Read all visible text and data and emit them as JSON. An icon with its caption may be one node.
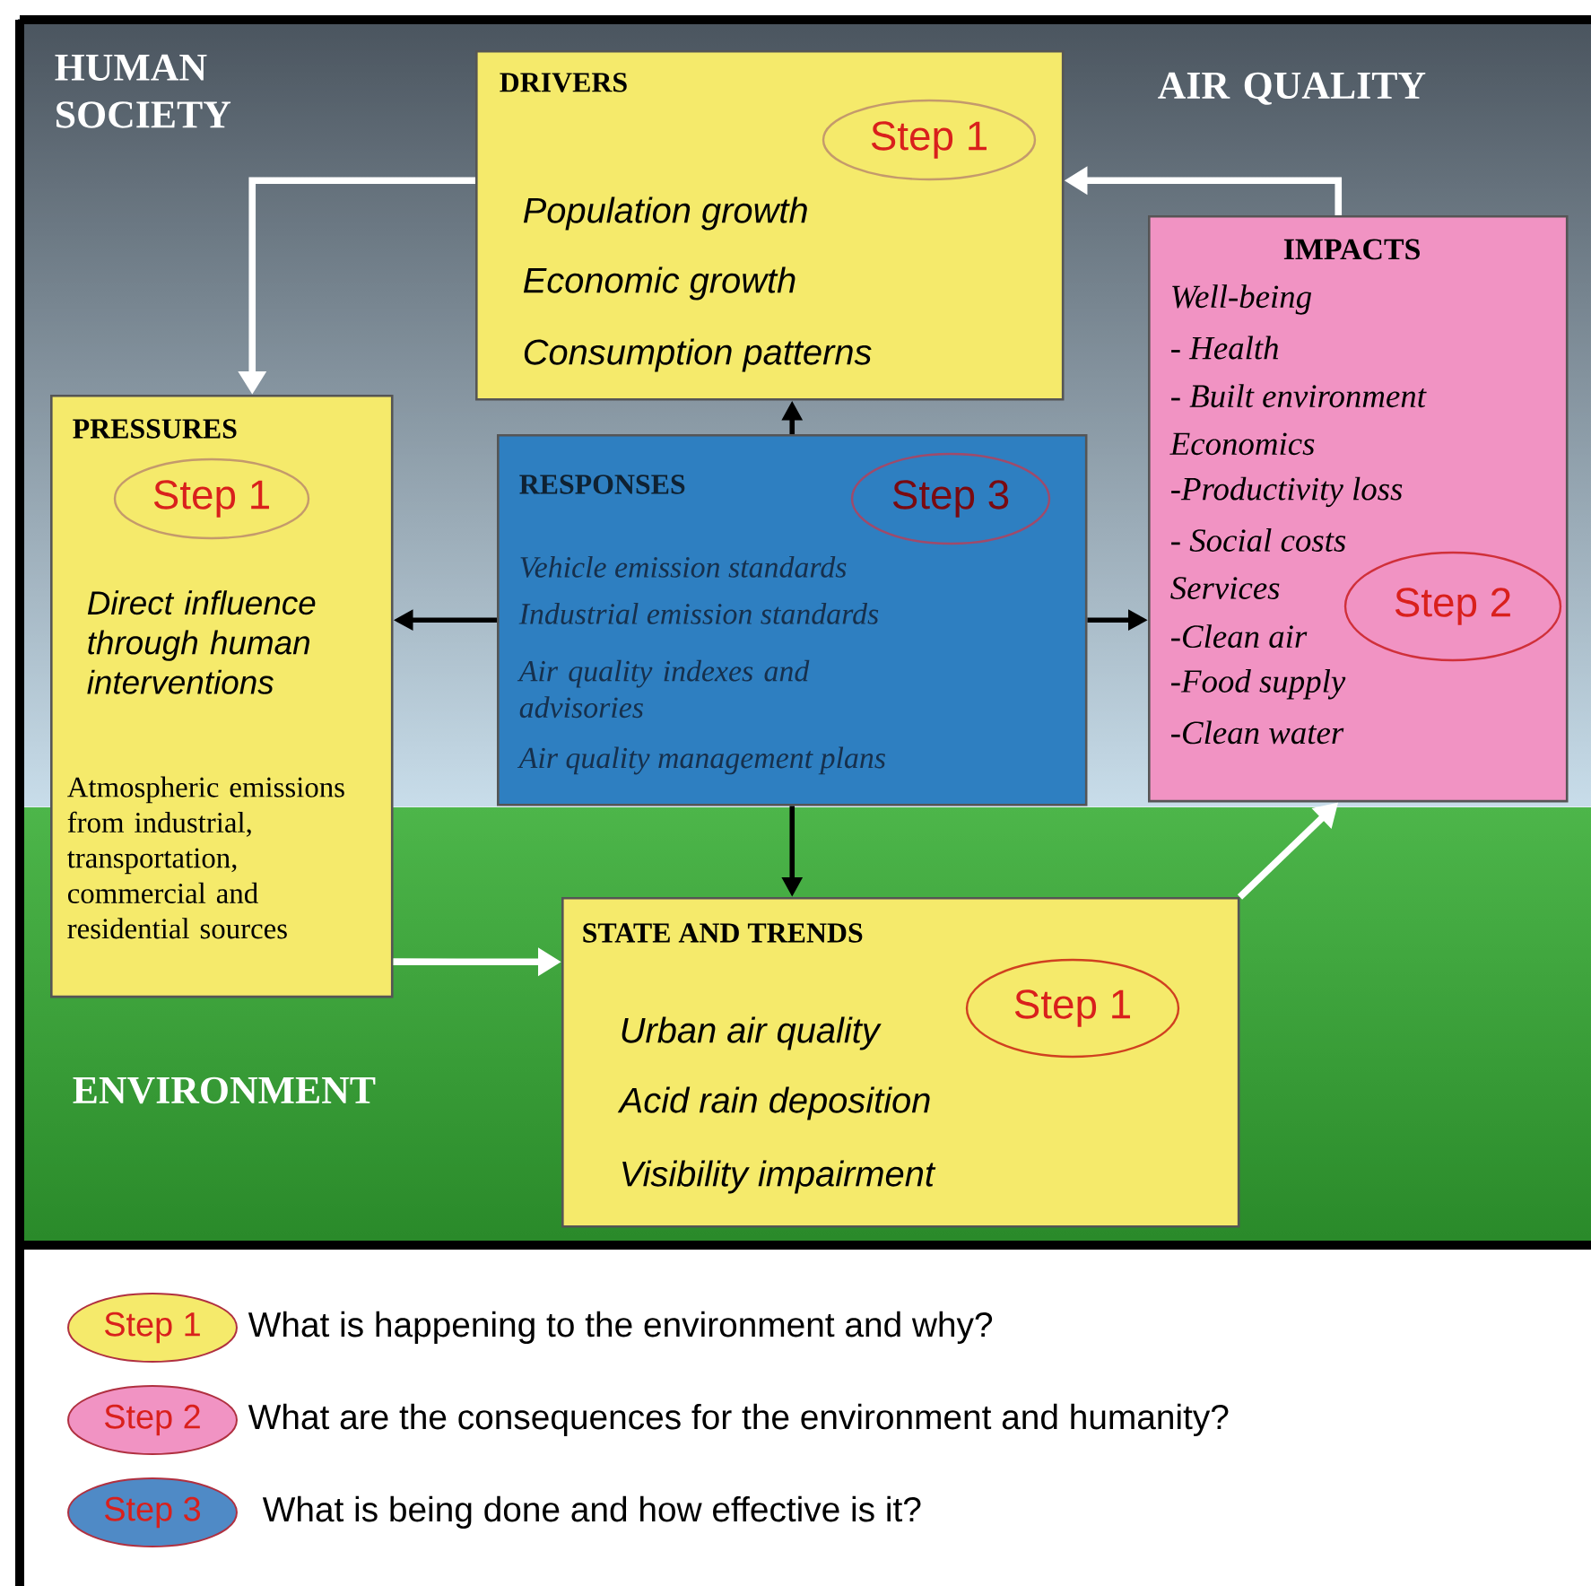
{
  "diagram": {
    "nodes": [
      {
        "text": [
          "DRIVERS",
          "Population growth",
          "Economic growth",
          "Consumption patterns"
        ]
      },
      {
        "text": [
          "Step 1"
        ],
        "in": 0
      },
      {
        "text": [
          "IMPACTS",
          "Well-being",
          "- Health",
          "- Built environment",
          "Economics",
          "-Productivity loss",
          "- Social costs",
          "Services",
          "-Clean air",
          "-Food supply",
          "-Clean water"
        ]
      },
      {
        "text": [
          "Step 2"
        ],
        "in": 2
      },
      {
        "text": [
          "PRESSURES",
          "Direct influence through human interventions",
          "Atmospheric emissions from industrial, transportation, commercial and residential sources"
        ]
      },
      {
        "text": [
          "Step 1"
        ],
        "in": 4
      },
      {
        "text": [
          "RESPONSES",
          "Vehicle emission standards",
          "Industrial emission standards",
          "Air quality indexes and advisories",
          "Air quality management plans"
        ]
      },
      {
        "text": [
          "Step 3"
        ],
        "in": 6
      },
      {
        "text": [
          "STATE AND TRENDS",
          "Urban air quality",
          "Acid rain deposition",
          "Visibility impairment"
        ]
      },
      {
        "text": [
          "Step 1"
        ],
        "in": 8
      }
    ],
    "edges": [
      {
        "from": 0,
        "to": 4,
        "arrow": "to",
        "color": "#ffffff"
      },
      {
        "from": 2,
        "to": 0,
        "arrow": "to",
        "color": "#ffffff"
      },
      {
        "from": 4,
        "to": 8,
        "arrow": "to",
        "color": "#ffffff"
      },
      {
        "from": 8,
        "to": 2,
        "arrow": "to",
        "color": "#ffffff"
      },
      {
        "from": 6,
        "to": 0,
        "arrow": "to",
        "color": "#000000"
      },
      {
        "from": 6,
        "to": 4,
        "arrow": "to",
        "color": "#000000"
      },
      {
        "from": 6,
        "to": 2,
        "arrow": "to",
        "color": "#000000"
      },
      {
        "from": 6,
        "to": 8,
        "arrow": "to",
        "color": "#000000"
      }
    ],
    "labels": [
      "HUMAN SOCIETY",
      "AIR QUALITY",
      "ENVIRONMENT",
      "Step 1",
      "Step 2",
      "Step 3"
    ],
    "legend": [
      {
        "text": "What is happening to the environment and why?",
        "color": "#f5ea6b"
      },
      {
        "text": "What are the consequences for the environment and humanity?",
        "color": "#f193c3"
      },
      {
        "text": "What is being done and how effective is it?",
        "color": "#4f8ac6"
      }
    ]
  }
}
